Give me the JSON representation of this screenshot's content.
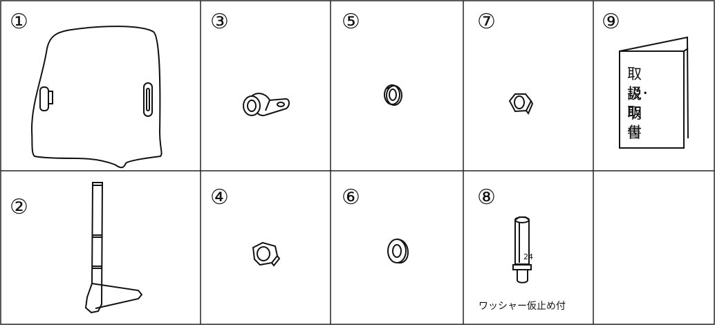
{
  "parts": [
    {
      "number": "①",
      "name_icon": "windscreen-icon"
    },
    {
      "number": "②",
      "name_icon": "stay-rod-icon"
    },
    {
      "number": "③",
      "name_icon": "clamp-icon"
    },
    {
      "number": "④",
      "name_icon": "hex-nut-icon"
    },
    {
      "number": "⑤",
      "name_icon": "spring-washer-icon"
    },
    {
      "number": "⑥",
      "name_icon": "flat-washer-icon"
    },
    {
      "number": "⑦",
      "name_icon": "hex-nut-small-icon"
    },
    {
      "number": "⑧",
      "name_icon": "spacer-collar-icon",
      "stamp": "24",
      "caption": "ワッシャー仮止め付"
    },
    {
      "number": "⑨",
      "name_icon": "manual-booklet-icon",
      "booklet_line1": "取扱･取付",
      "booklet_line2": "説明書"
    }
  ]
}
